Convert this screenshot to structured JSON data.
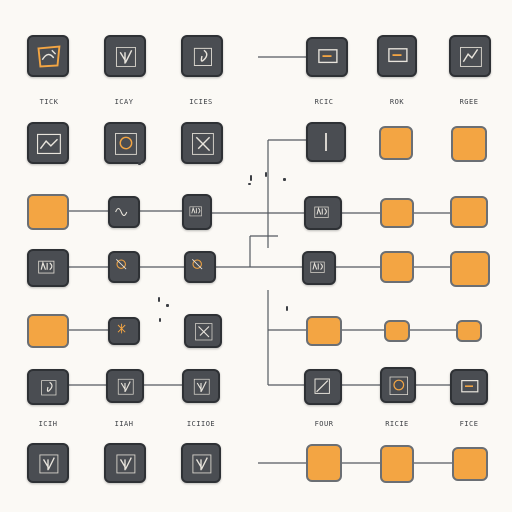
{
  "theme": {
    "dark_tile": "#4a4d52",
    "orange_tile": "#f3a543",
    "wire": "#555a60",
    "background": "#fbf9f5"
  },
  "labels": {
    "row1": [
      "TICK",
      "ICAY",
      "ICIES",
      "RCIC",
      "ROK",
      "RGEE"
    ],
    "row7": [
      "ICIH",
      "IIAH",
      "ICIIOE",
      "FOUR",
      "RICIE",
      "FICE"
    ]
  },
  "tiles": [
    {
      "name": "tile-r1-c1",
      "style": "dark",
      "icon": "ring-scribble-icon"
    },
    {
      "name": "tile-r1-c2",
      "style": "dark",
      "icon": "glyph-icon"
    },
    {
      "name": "tile-r1-c3",
      "style": "dark",
      "icon": "hook-icon"
    },
    {
      "name": "tile-r1-c4",
      "style": "dark",
      "icon": "window-icon"
    },
    {
      "name": "tile-r1-c5",
      "style": "dark",
      "icon": "window-icon"
    },
    {
      "name": "tile-r1-c6",
      "style": "dark",
      "icon": "zigzag-icon"
    },
    {
      "name": "tile-r2-c1",
      "style": "dark",
      "icon": "chart-icon"
    },
    {
      "name": "tile-r2-c2",
      "style": "dark",
      "icon": "circle-glyph-icon"
    },
    {
      "name": "tile-r2-c3",
      "style": "dark",
      "icon": "cross-glyph-icon"
    },
    {
      "name": "tile-r2-c4",
      "style": "dark",
      "icon": "bar-icon"
    },
    {
      "name": "tile-r2-c5",
      "style": "orange",
      "icon": ""
    },
    {
      "name": "tile-r2-c6",
      "style": "orange",
      "icon": ""
    },
    {
      "name": "tile-r3-c1",
      "style": "orange",
      "icon": ""
    },
    {
      "name": "tile-r3-c2",
      "style": "dark",
      "icon": "wave-glyph-icon"
    },
    {
      "name": "tile-r3-c3",
      "style": "dark",
      "icon": "text-glyph-icon"
    },
    {
      "name": "tile-r3-c4",
      "style": "dark",
      "icon": "text-glyph-icon"
    },
    {
      "name": "tile-r3-c5",
      "style": "orange",
      "icon": ""
    },
    {
      "name": "tile-r3-c6",
      "style": "orange",
      "icon": ""
    },
    {
      "name": "tile-r4-c1",
      "style": "dark",
      "icon": "text-glyph-icon"
    },
    {
      "name": "tile-r4-c2",
      "style": "dark",
      "icon": "gear-glyph-icon"
    },
    {
      "name": "tile-r4-c3",
      "style": "dark",
      "icon": "gear-glyph-icon"
    },
    {
      "name": "tile-r4-c4",
      "style": "dark",
      "icon": "text-glyph-icon"
    },
    {
      "name": "tile-r4-c5",
      "style": "orange",
      "icon": ""
    },
    {
      "name": "tile-r4-c6",
      "style": "orange",
      "icon": ""
    },
    {
      "name": "tile-r5-c1",
      "style": "orange",
      "icon": ""
    },
    {
      "name": "tile-r5-c2",
      "style": "dark",
      "icon": "star-glyph-icon"
    },
    {
      "name": "tile-r5-c3",
      "style": "dark",
      "icon": "cross-glyph-icon"
    },
    {
      "name": "tile-r5-c4",
      "style": "orange",
      "icon": ""
    },
    {
      "name": "tile-r5-c5",
      "style": "orange",
      "icon": ""
    },
    {
      "name": "tile-r5-c6",
      "style": "orange",
      "icon": ""
    },
    {
      "name": "tile-r6-c1",
      "style": "dark",
      "icon": "hook-icon"
    },
    {
      "name": "tile-r6-c2",
      "style": "dark",
      "icon": "glyph-icon"
    },
    {
      "name": "tile-r6-c3",
      "style": "dark",
      "icon": "glyph-icon"
    },
    {
      "name": "tile-r6-c4",
      "style": "dark",
      "icon": "slash-glyph-icon"
    },
    {
      "name": "tile-r6-c5",
      "style": "dark",
      "icon": "circle-glyph-icon"
    },
    {
      "name": "tile-r6-c6",
      "style": "dark",
      "icon": "window-icon"
    },
    {
      "name": "tile-r7-c1",
      "style": "dark",
      "icon": "glyph-icon"
    },
    {
      "name": "tile-r7-c2",
      "style": "dark",
      "icon": "glyph-icon"
    },
    {
      "name": "tile-r7-c3",
      "style": "dark",
      "icon": "glyph-icon"
    },
    {
      "name": "tile-r7-c4",
      "style": "orange",
      "icon": ""
    },
    {
      "name": "tile-r7-c5",
      "style": "orange",
      "icon": ""
    },
    {
      "name": "tile-r7-c6",
      "style": "orange",
      "icon": ""
    }
  ]
}
